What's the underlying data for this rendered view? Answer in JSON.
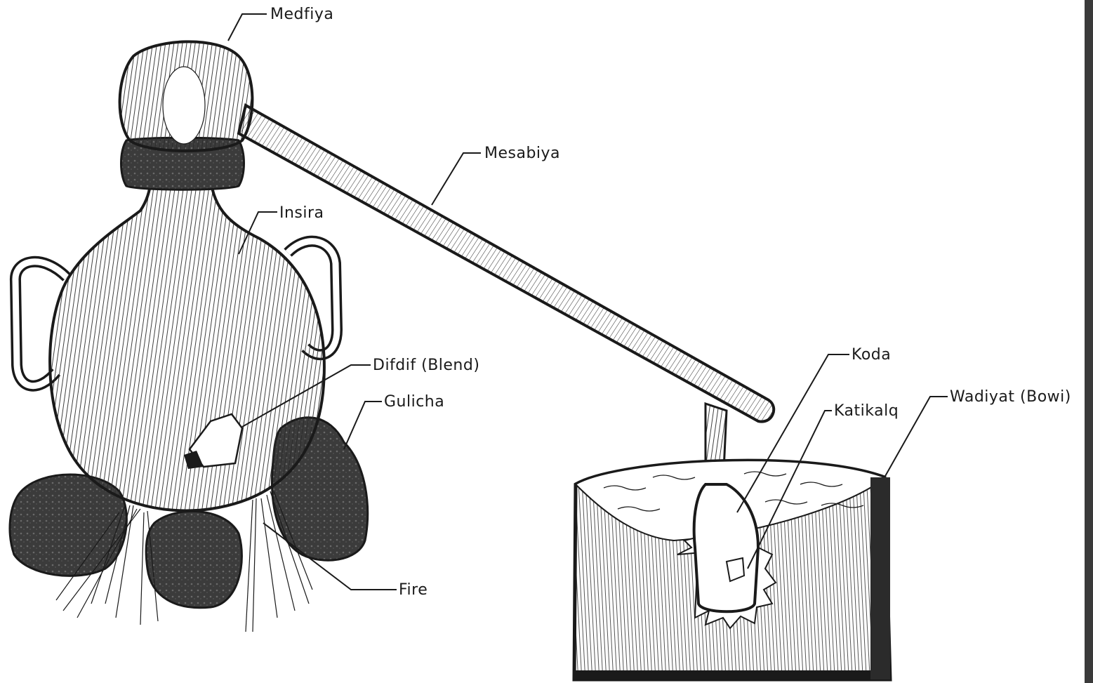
{
  "labels": {
    "medfiya": "Medfiya",
    "mesabiya": "Mesabiya",
    "insira": "Insira",
    "difdif": "Difdif (Blend)",
    "gulicha": "Gulicha",
    "fire": "Fire",
    "koda": "Koda",
    "katikalq": "Katikalq",
    "wadiyat": "Wadiyat (Bowi)"
  },
  "colors": {
    "ink": "#1a1a1a",
    "stone": "#3b3b3b",
    "paper": "#ffffff"
  }
}
